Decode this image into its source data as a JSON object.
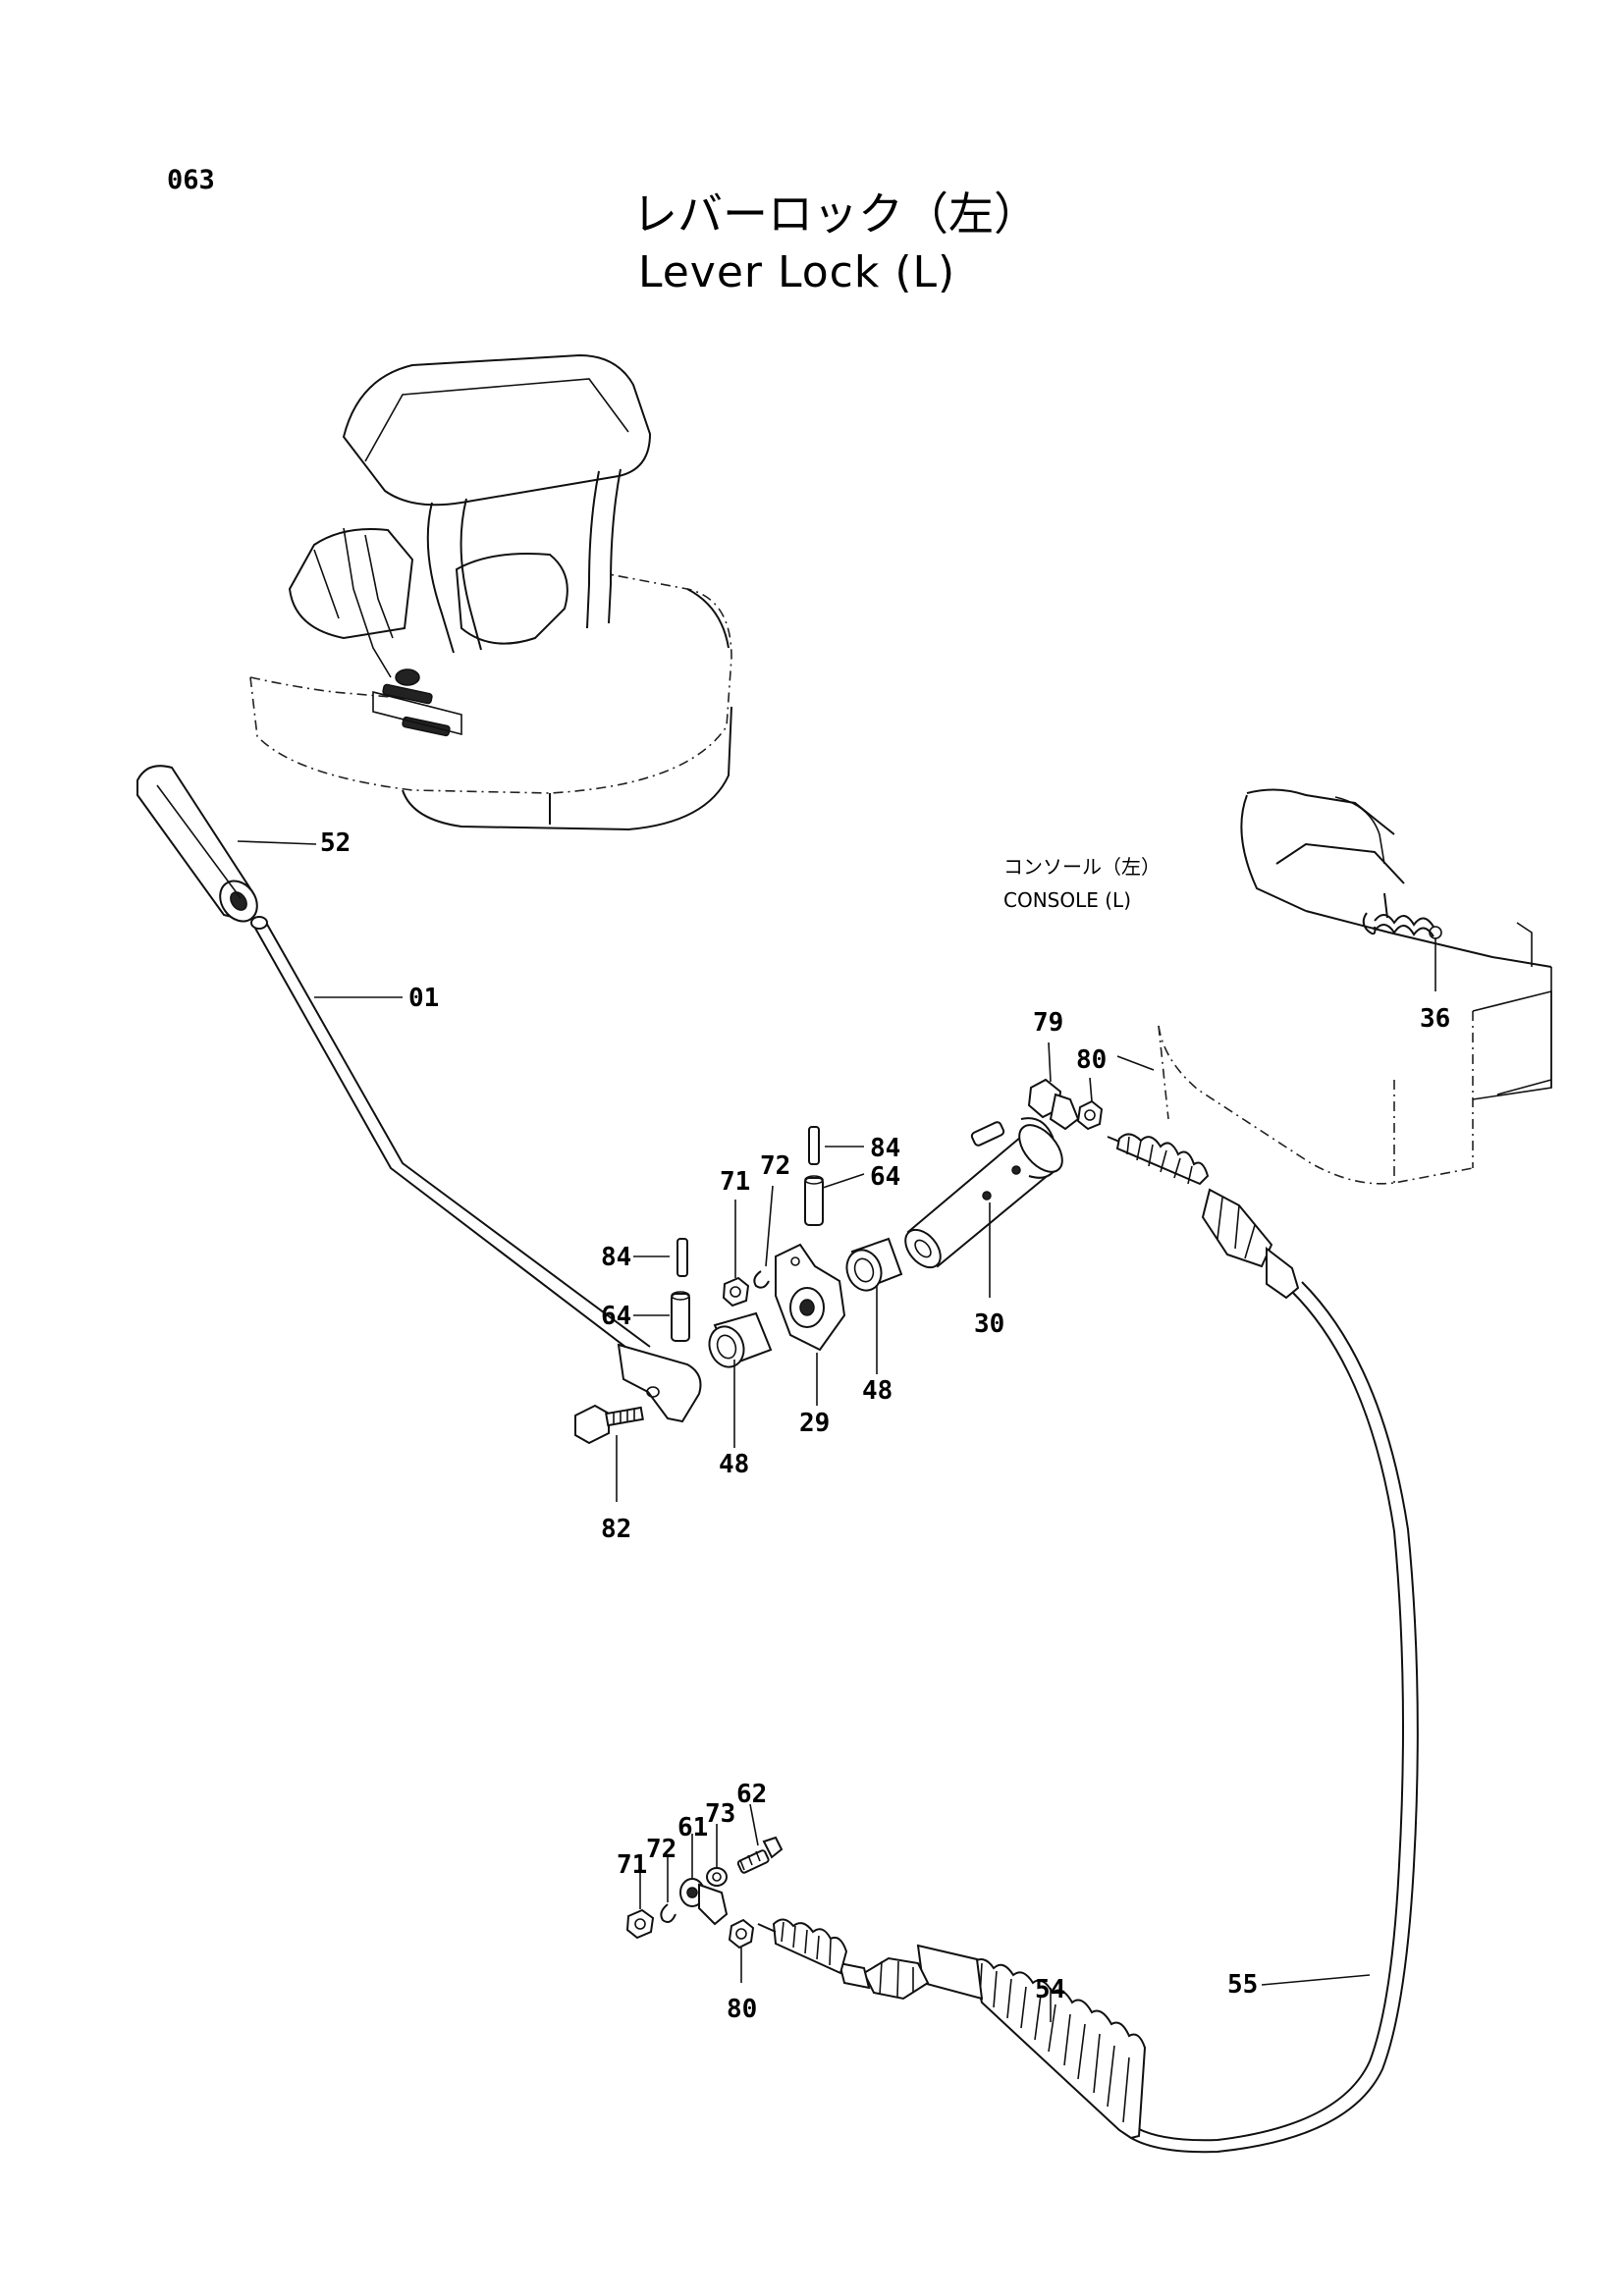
{
  "page_number": "063",
  "title": {
    "jp": "レバーロック（左）",
    "en": "Lever Lock (L)"
  },
  "console_note": {
    "jp": "コンソール（左）",
    "en": "CONSOLE (L)"
  },
  "part_labels": {
    "p52": "52",
    "p01": "01",
    "p84a": "84",
    "p64a": "64",
    "p82": "82",
    "p48a": "48",
    "p71a": "71",
    "p72a": "72",
    "p84b": "84",
    "p64b": "64",
    "p29": "29",
    "p48b": "48",
    "p30": "30",
    "p79": "79",
    "p80a": "80",
    "p36": "36",
    "p71b": "71",
    "p72b": "72",
    "p61": "61",
    "p73": "73",
    "p62": "62",
    "p80b": "80",
    "p54": "54",
    "p55": "55"
  }
}
